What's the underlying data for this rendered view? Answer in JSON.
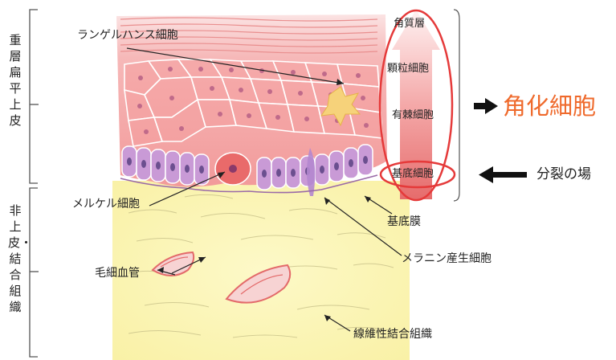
{
  "left_brackets": {
    "upper": "重層扁平上皮",
    "lower": "非上皮・結合組織"
  },
  "labels": {
    "langerhans": "ランゲルハンス細胞",
    "merkel": "メルケル細胞",
    "capillary": "毛細血管",
    "basement_membrane": "基底膜",
    "melanocyte": "メラニン産生細胞",
    "fibrous_tissue": "線維性結合組織"
  },
  "layers": [
    "角質層",
    "顆粒細胞",
    "有棘細胞",
    "基底細胞"
  ],
  "keratinocyte": "角化細胞",
  "division": "分裂の場",
  "colors": {
    "highlight_red": "#e53a3a",
    "orange_text": "#ef6a2c",
    "epidermis_pink": "#f3a7a7",
    "basal_purple": "#c99ad6",
    "dermis_yellow": "#fbf6b7"
  }
}
